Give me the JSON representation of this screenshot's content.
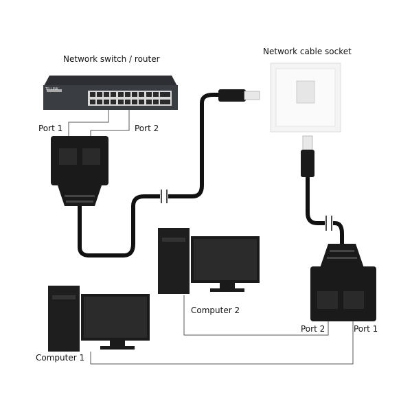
{
  "labels": {
    "switch": "Network switch / router",
    "socket": "Network cable socket",
    "switch_port1": "Port 1",
    "switch_port2": "Port 2",
    "computer2": "Computer 2",
    "computer1": "Computer 1",
    "splitter_port2": "Port 2",
    "splitter_port1": "Port 1"
  },
  "logos": {
    "switch_brand": "TP-LINK"
  },
  "colors": {
    "cable": "#111111",
    "switch": "#3a3d42",
    "wall_plate": "#f4f4f4",
    "line": "#555555"
  }
}
